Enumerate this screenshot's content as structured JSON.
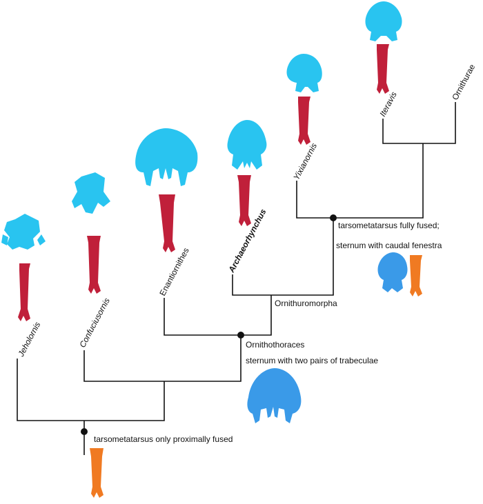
{
  "taxa": {
    "jeholornis": "Jeholornis",
    "confuciusornis": "Confuciusornis",
    "enantiornithes": "Enantiornithes",
    "archaeorhynchus": "Archaeorhynchus",
    "yixianornis": "Yixianornis",
    "iteravis": "Iteravis",
    "ornithurae": "Ornithurae"
  },
  "node_labels": {
    "tarsometatarsus_proximal": "tarsometatarsus only proximally fused",
    "ornithothoraces": "Ornithothoraces",
    "trabeculae": "sternum with two pairs of trabeculae",
    "ornithuromorpha": "Ornithuromorpha",
    "tmt_fused": "tarsometatarsus fully fused;",
    "caudal_fenestra": "sternum with caudal fenestra"
  },
  "colors": {
    "sternum": "#29c4f0",
    "tarsometatarsus": "#c0203a",
    "node_sternum": "#3a9ae8",
    "node_tmt": "#f07a22",
    "branch": "#111111"
  }
}
